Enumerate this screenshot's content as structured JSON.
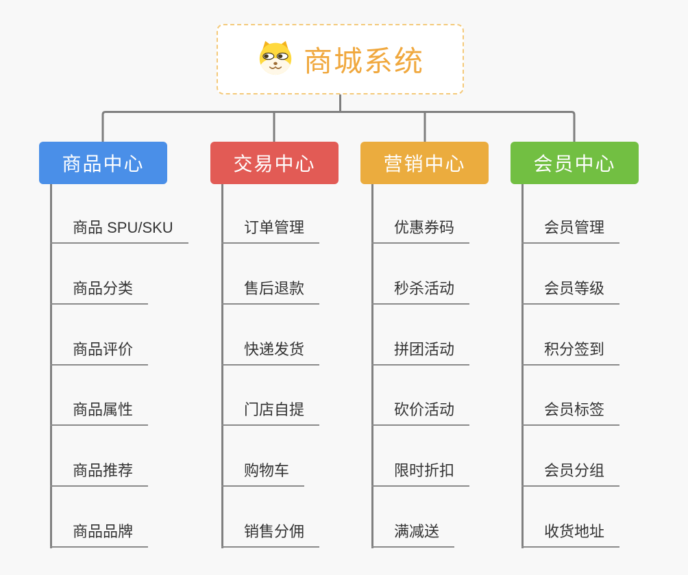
{
  "root": {
    "title": "商城系统",
    "icon": "shiba-dog-icon",
    "accent_color": "#F0A83E",
    "border_color": "#F4C979"
  },
  "connector_color": "#7E7E7E",
  "background_color": "#F8F8F8",
  "branches": [
    {
      "label": "商品中心",
      "color": "#4A8FE8",
      "items": [
        "商品 SPU/SKU",
        "商品分类",
        "商品评价",
        "商品属性",
        "商品推荐",
        "商品品牌"
      ]
    },
    {
      "label": "交易中心",
      "color": "#E25B55",
      "items": [
        "订单管理",
        "售后退款",
        "快递发货",
        "门店自提",
        "购物车",
        "销售分佣"
      ]
    },
    {
      "label": "营销中心",
      "color": "#EBAC3E",
      "items": [
        "优惠券码",
        "秒杀活动",
        "拼团活动",
        "砍价活动",
        "限时折扣",
        "满减送"
      ]
    },
    {
      "label": "会员中心",
      "color": "#72BF42",
      "items": [
        "会员管理",
        "会员等级",
        "积分签到",
        "会员标签",
        "会员分组",
        "收货地址"
      ]
    }
  ]
}
